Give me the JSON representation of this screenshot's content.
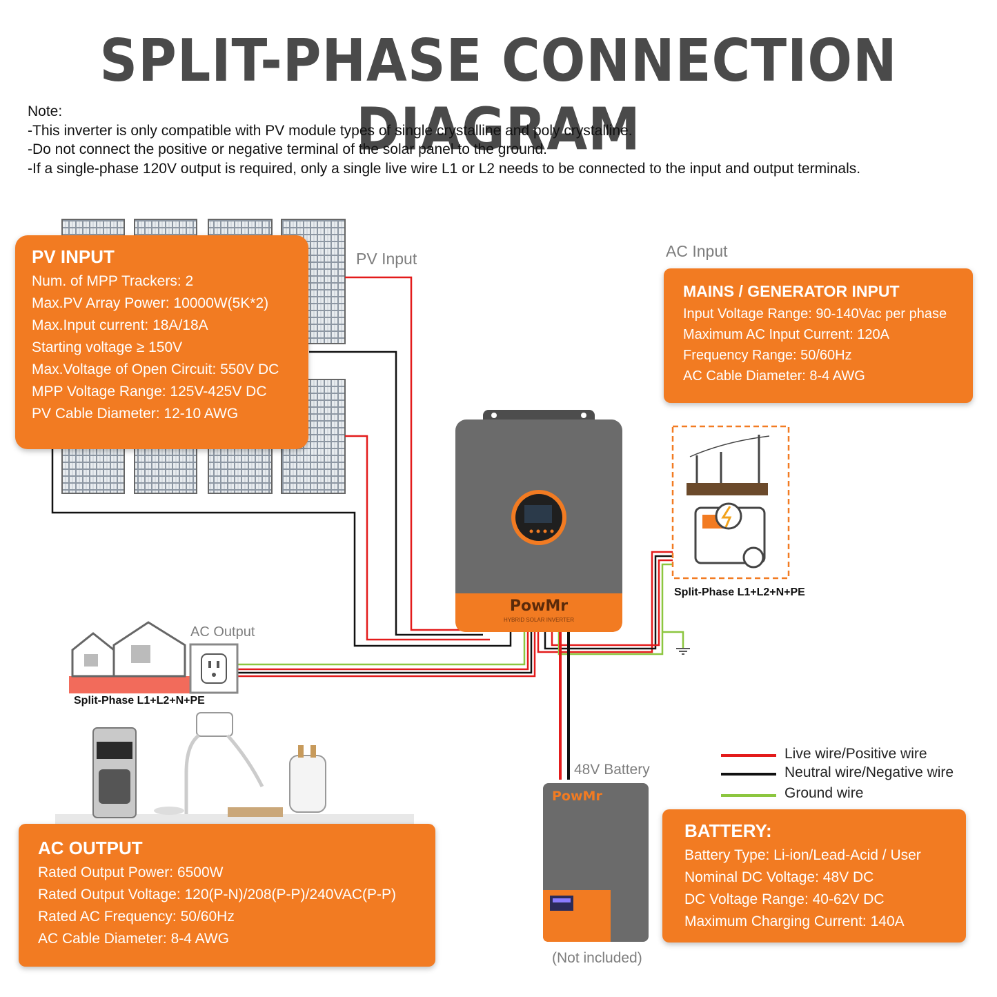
{
  "title": "SPLIT-PHASE CONNECTION DIAGRAM",
  "notes": [
    "Note:",
    "-This inverter is only compatible with PV module types of single crystalline and poly crystalline.",
    "-Do not connect the positive or negative terminal of the solar panel to the ground.",
    "-If a single-phase 120V output is required, only a single live wire L1 or L2 needs to be connected to the input and output terminals."
  ],
  "pv_input": {
    "heading": "PV INPUT",
    "lines": [
      "Num. of MPP Trackers: 2",
      "Max.PV Array Power: 10000W(5K*2)",
      "Max.Input current: 18A/18A",
      "Starting voltage ≥ 150V",
      "Max.Voltage of Open Circuit: 550V DC",
      "MPP Voltage Range: 125V-425V DC",
      "PV Cable Diameter: 12-10 AWG"
    ]
  },
  "mains_input": {
    "heading": "MAINS / GENERATOR INPUT",
    "lines": [
      "Input Voltage Range: 90-140Vac per phase",
      "Maximum AC Input Current: 120A",
      "Frequency Range: 50/60Hz",
      "AC Cable Diameter: 8-4 AWG"
    ]
  },
  "ac_output": {
    "heading": "AC OUTPUT",
    "lines": [
      "Rated Output Power: 6500W",
      "Rated Output Voltage: 120(P-N)/208(P-P)/240VAC(P-P)",
      "Rated AC Frequency: 50/60Hz",
      "AC Cable Diameter: 8-4 AWG"
    ]
  },
  "battery": {
    "heading": "BATTERY:",
    "lines": [
      "Battery Type: Li-ion/Lead-Acid / User",
      "Nominal DC Voltage:   48V DC",
      "DC Voltage Range: 40-62V DC",
      "Maximum Charging Current: 140A"
    ]
  },
  "labels": {
    "pv_input": "PV Input",
    "ac_input": "AC Input",
    "ac_output": "AC Output",
    "battery_48v": "48V Battery",
    "not_included": "(Not included)",
    "split_phase_grid": "Split-Phase L1+L2+N+PE",
    "split_phase_home": "Split-Phase L1+L2+N+PE"
  },
  "brand": {
    "inverter_logo": "PowMr",
    "inverter_sub": "HYBRID SOLAR INVERTER",
    "battery_logo": "PowMr"
  },
  "legend": [
    {
      "label": "Live wire/Positive wire",
      "color": "#e31b1b"
    },
    {
      "label": "Neutral wire/Negative wire",
      "color": "#111111"
    },
    {
      "label": "Ground wire",
      "color": "#8cc63f"
    }
  ],
  "colors": {
    "accent_orange": "#f27b22",
    "inverter_gray": "#6b6b6b",
    "live": "#e31b1b",
    "neutral": "#111111",
    "ground": "#8cc63f"
  }
}
